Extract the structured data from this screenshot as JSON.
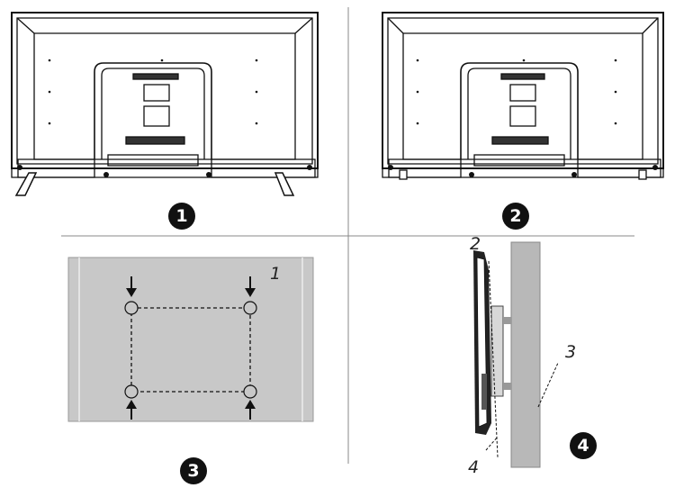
{
  "steps": [
    "1",
    "2",
    "3",
    "4"
  ],
  "panel3": {
    "label_1": "1"
  },
  "panel4": {
    "label_2": "2",
    "label_3": "3",
    "label_4": "4"
  }
}
